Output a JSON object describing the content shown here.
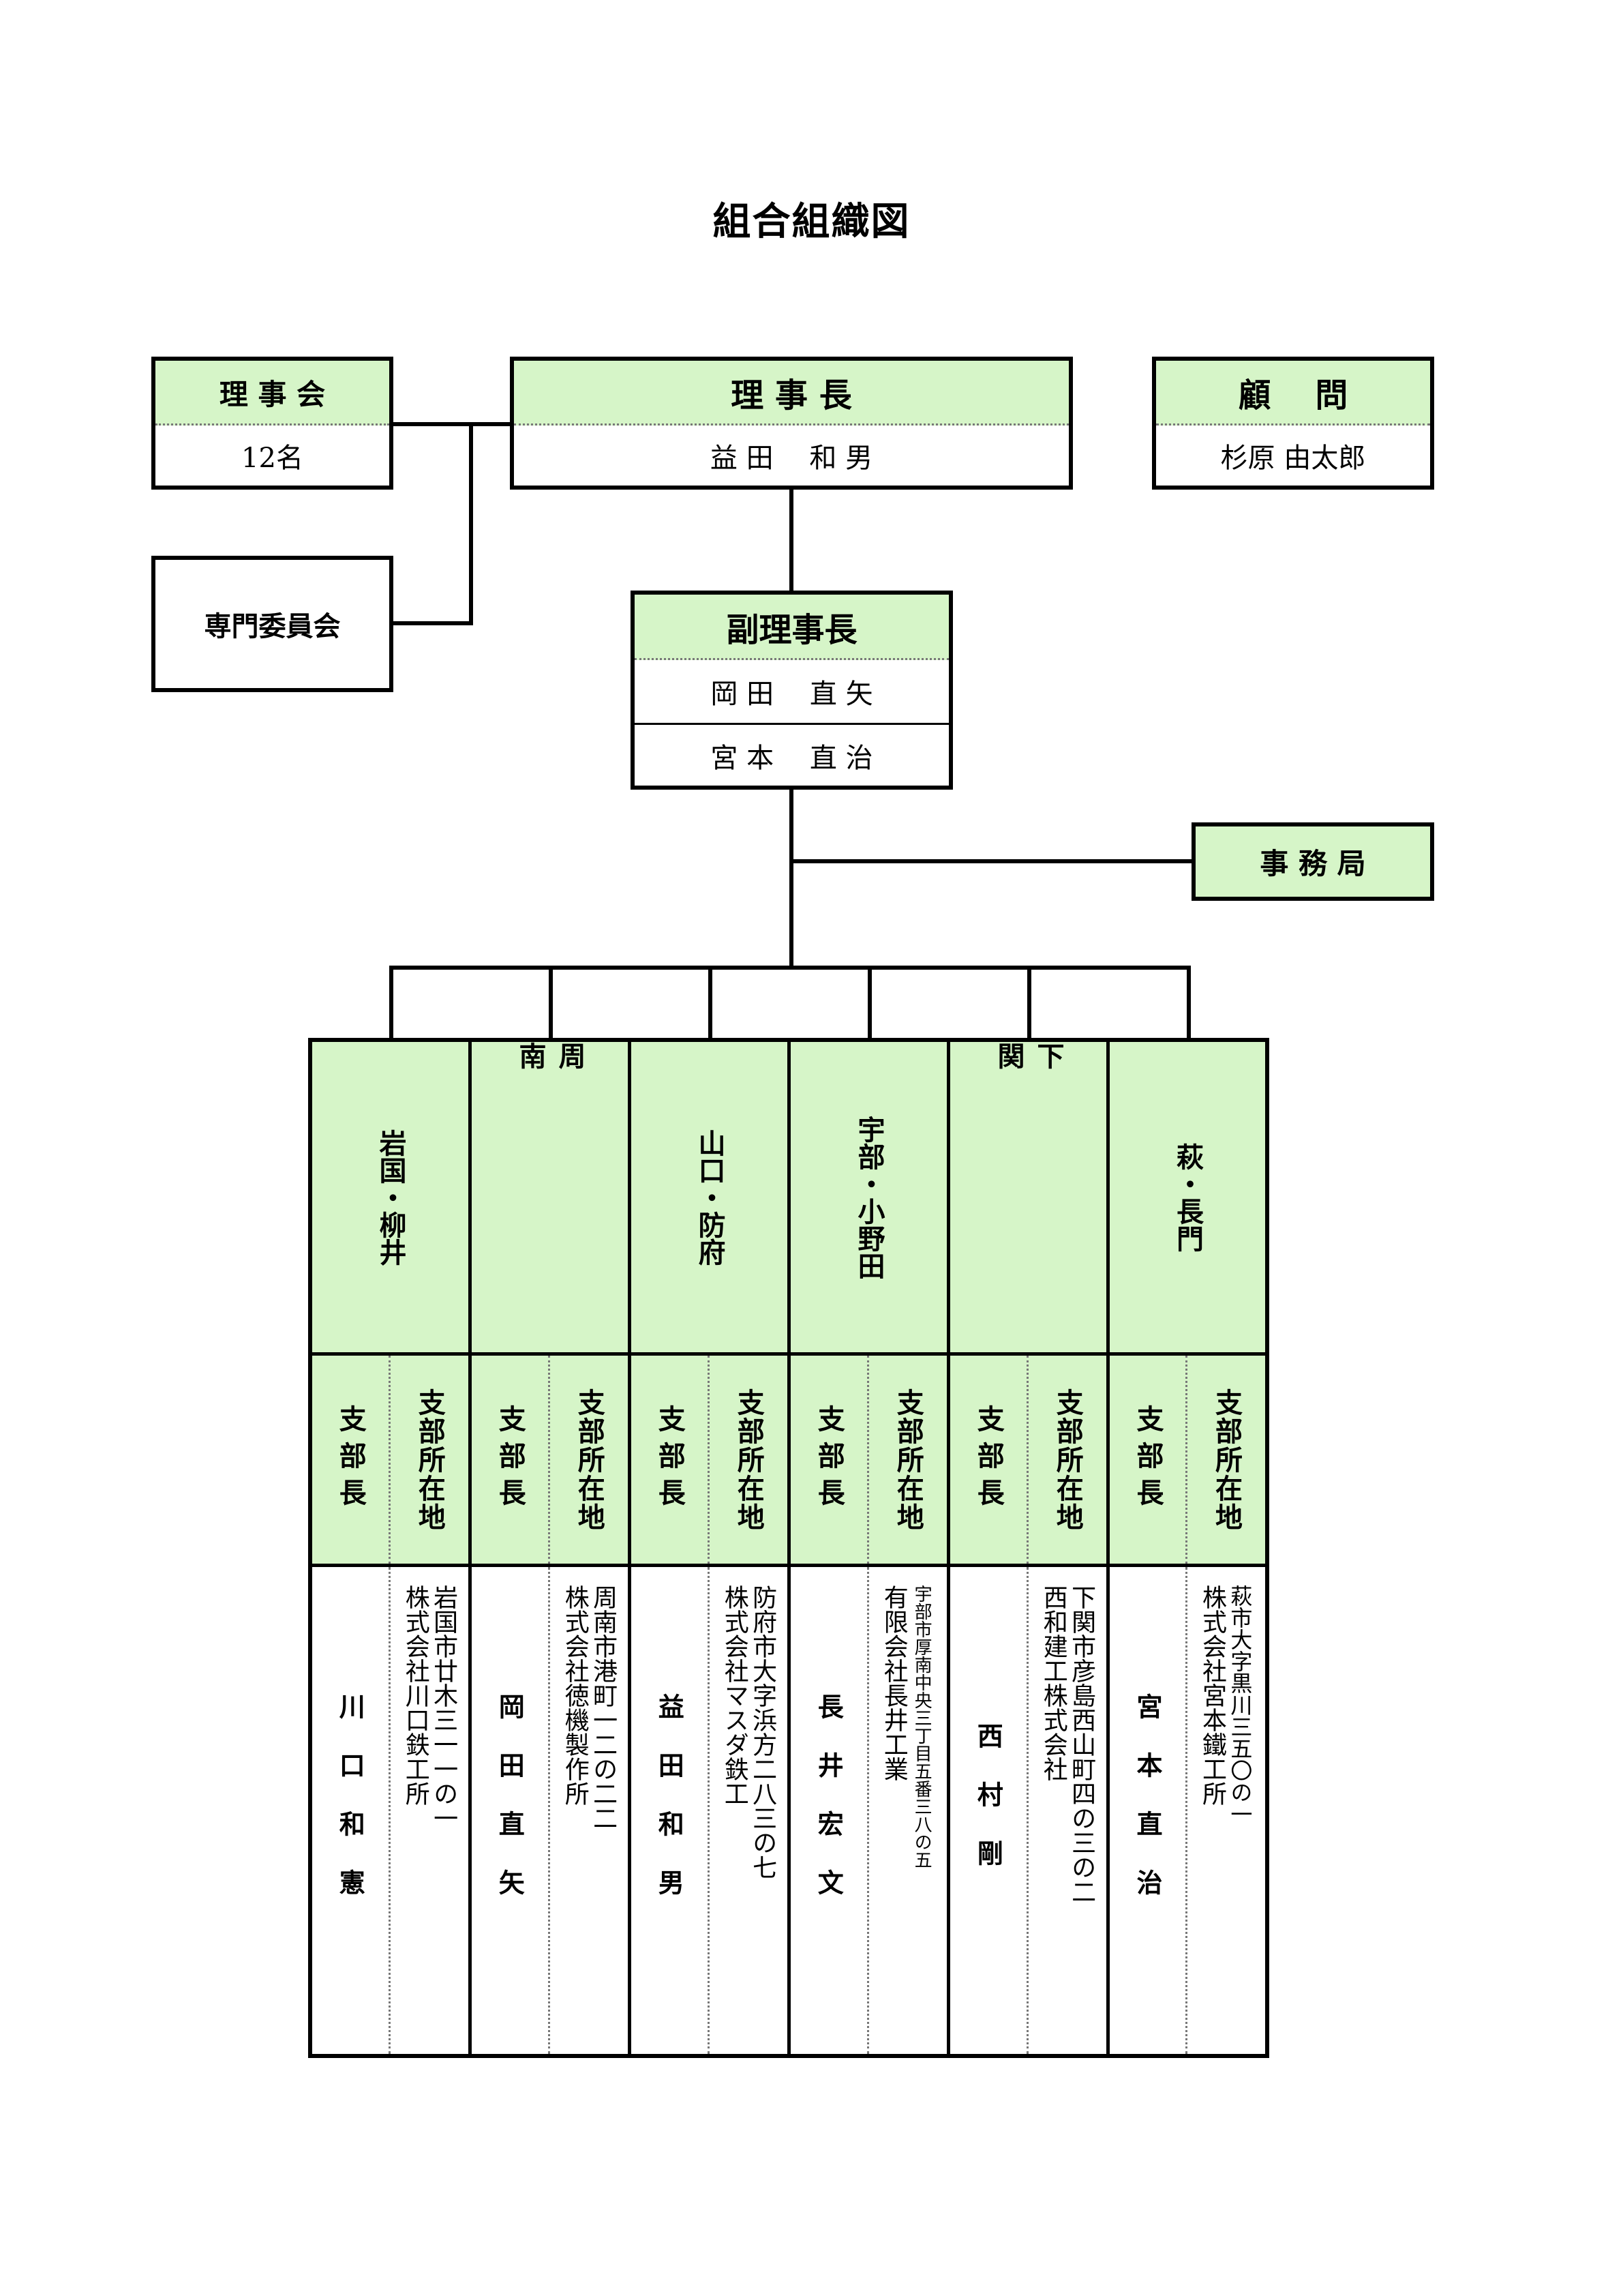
{
  "title": "組合組織図",
  "board": {
    "label": "理 事 会",
    "value": "12名"
  },
  "chairman": {
    "label": "理 事 長",
    "name": "益 田　 和 男"
  },
  "advisor": {
    "label": "顧　 問",
    "name": "杉原 由太郎"
  },
  "committee": {
    "label": "専門委員会"
  },
  "vice": {
    "label": "副理事長",
    "names": [
      "岡 田　 直 矢",
      "宮 本　 直 治"
    ]
  },
  "office": {
    "label": "事 務 局"
  },
  "col_labels": {
    "head": "支部長",
    "addr": "支部所在地"
  },
  "branches": [
    {
      "name": "岩国・柳井",
      "head": "川口和憲",
      "address": [
        "岩国市廿木三一一の一",
        "株式会社川口鉄工所"
      ]
    },
    {
      "name": "周南",
      "head": "岡田直矢",
      "address": [
        "周南市港町一二の二二",
        "株式会社徳機製作所"
      ]
    },
    {
      "name": "山口・防府",
      "head": "益田和男",
      "address": [
        "防府市大字浜方二八三の七",
        "株式会社マスダ鉄工"
      ]
    },
    {
      "name": "宇部・小野田",
      "head": "長井宏文",
      "address": [
        "宇部市厚南中央三丁目五番三八の五",
        "有限会社長井工業"
      ]
    },
    {
      "name": "下関",
      "head": "西村剛",
      "address": [
        "下関市彦島西山町四の三の二",
        "西和建工株式会社"
      ]
    },
    {
      "name": "萩・長門",
      "head": "宮本直治",
      "address": [
        "萩市大字黒川三五〇の一",
        "株式会社宮本鐵工所"
      ]
    }
  ]
}
